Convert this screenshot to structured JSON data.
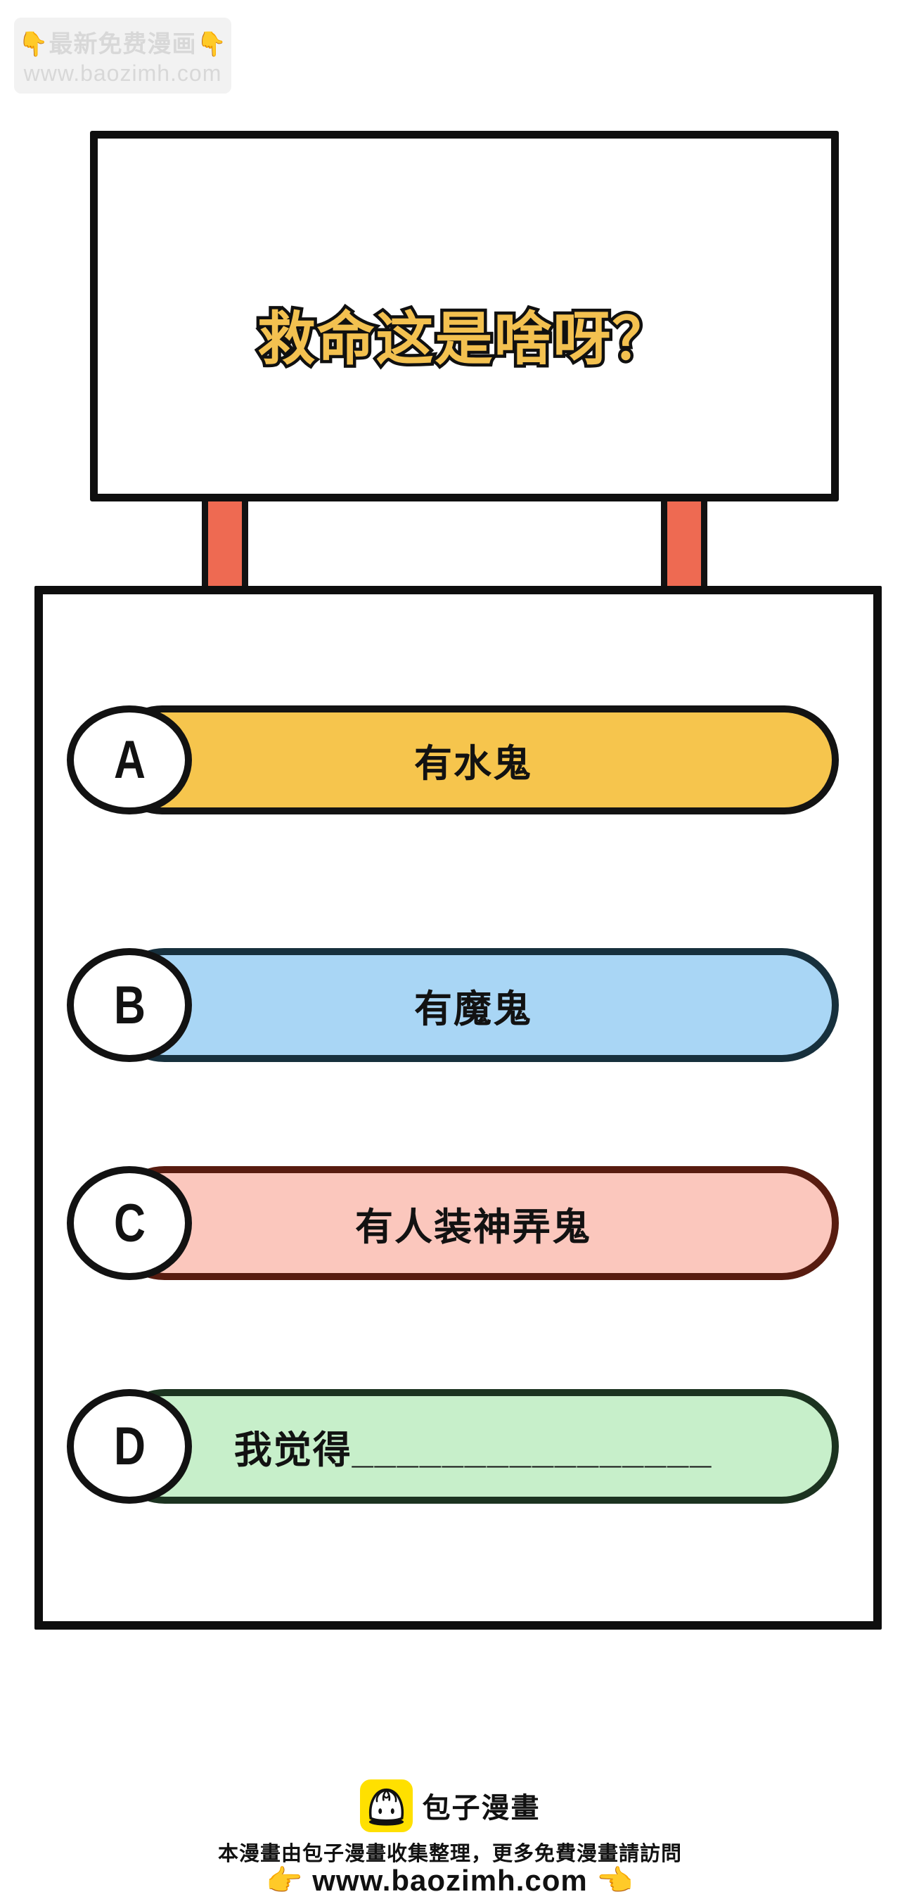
{
  "watermark": {
    "icon_down": "👇",
    "line1": "最新免费漫画",
    "line2": "www.baozimh.com"
  },
  "sign": {
    "title": "救命这是啥呀？",
    "title_color": "#f3c150"
  },
  "quiz": {
    "post_color": "#ee6a52",
    "options": [
      {
        "letter": "A",
        "text": "有水鬼",
        "fill": "#f6c54d",
        "border": "#131313"
      },
      {
        "letter": "B",
        "text": "有魔鬼",
        "fill": "#a9d6f5",
        "border": "#17303d"
      },
      {
        "letter": "C",
        "text": "有人装神弄鬼",
        "fill": "#fbc7bd",
        "border": "#581c10"
      },
      {
        "letter": "D",
        "text": "我觉得________________",
        "fill": "#c7efca",
        "border": "#1c3320"
      }
    ]
  },
  "footer": {
    "logo_bg": "#ffe000",
    "brand": "包子漫畫",
    "line1": "本漫畫由包子漫畫收集整理，更多免費漫畫請訪問",
    "icon_right": "👉",
    "url": "www.baozimh.com",
    "icon_left": "👈"
  }
}
